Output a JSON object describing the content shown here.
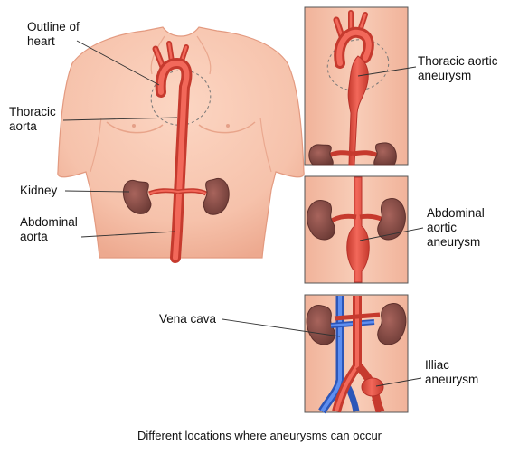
{
  "labels": {
    "outline_of_heart": [
      "Outline of",
      "heart"
    ],
    "thoracic_aorta": [
      "Thoracic",
      "aorta"
    ],
    "kidney": "Kidney",
    "abdominal_aorta": [
      "Abdominal",
      "aorta"
    ],
    "thoracic_aortic_aneurysm": [
      "Thoracic aortic",
      "aneurysm"
    ],
    "abdominal_aortic_aneurysm": [
      "Abdominal",
      "aortic",
      "aneurysm"
    ],
    "vena_cava": "Vena cava",
    "illiac_aneurysm": [
      "Illiac",
      "aneurysm"
    ]
  },
  "caption": "Different locations where aneurysms can occur",
  "colors": {
    "skin": "#f6c2ab",
    "skin_shade": "#eba58a",
    "skin_outline": "#e39a80",
    "panel_border": "#555555",
    "artery": "#e8503f",
    "artery_dark": "#b8322a",
    "vein": "#3f6fd6",
    "kidney": "#8a4e48",
    "kidney_dark": "#5e302c"
  }
}
